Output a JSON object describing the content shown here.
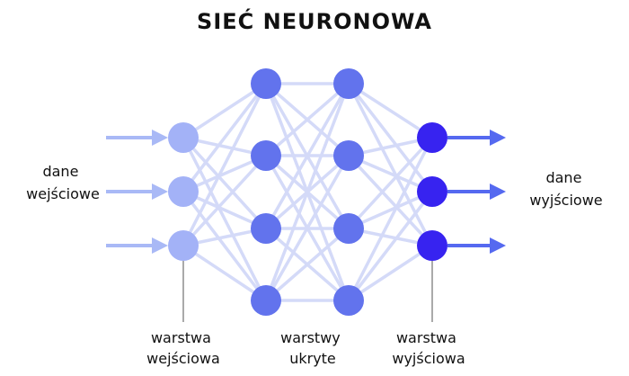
{
  "title": "SIEĆ NEURONOWA",
  "labels": {
    "input_data": [
      "dane",
      "wejściowe"
    ],
    "output_data": [
      "dane",
      "wyjściowe"
    ],
    "input_layer": [
      "warstwa",
      "wejściowa"
    ],
    "hidden_layers": [
      "warstwy",
      "ukryte"
    ],
    "output_layer": [
      "warstwa",
      "wyjściowa"
    ]
  },
  "colors": {
    "input_node": "#a3b2f7",
    "hidden_node": "#6273ed",
    "output_node": "#3723f0",
    "connection": "#d4daf8",
    "input_arrow": "#a9b9f6",
    "output_arrow": "#5569f0",
    "pointer_line": "#555555"
  },
  "network": {
    "layers": [
      {
        "name": "input",
        "nodes": 3
      },
      {
        "name": "hidden-1",
        "nodes": 4
      },
      {
        "name": "hidden-2",
        "nodes": 4
      },
      {
        "name": "output",
        "nodes": 3
      }
    ],
    "connectivity": "fully-connected"
  }
}
